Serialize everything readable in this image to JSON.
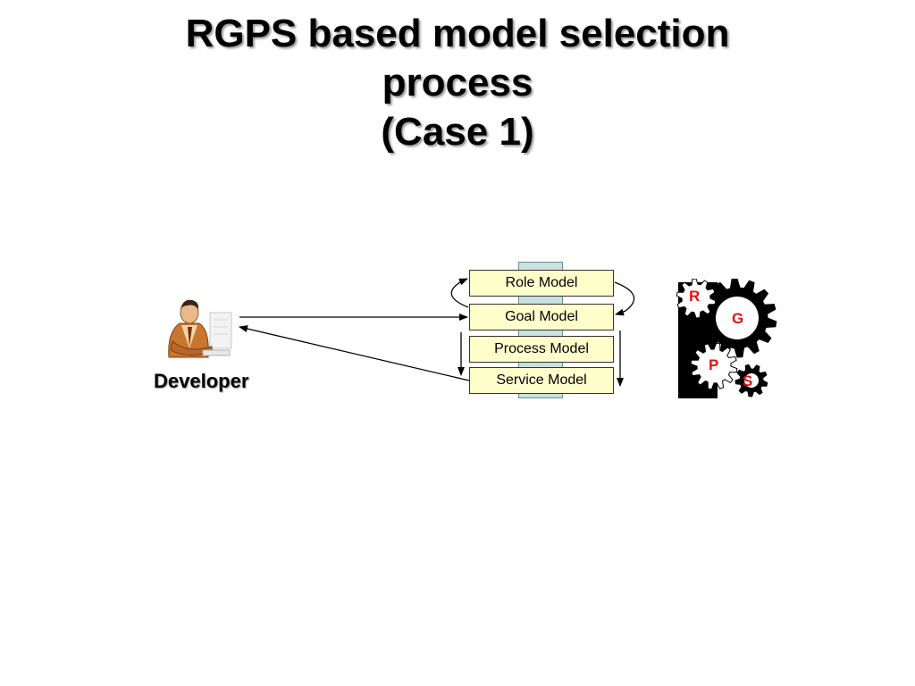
{
  "slide": {
    "title_lines": [
      "RGPS based model selection",
      "process",
      "(Case 1)"
    ],
    "developer_label": "Developer"
  },
  "models": [
    {
      "label": "Role Model"
    },
    {
      "label": "Goal Model"
    },
    {
      "label": "Process Model"
    },
    {
      "label": "Service Model"
    }
  ],
  "gears": {
    "r": "R",
    "g": "G",
    "p": "P",
    "s": "S"
  },
  "colors": {
    "model_fill": "#ffffcc",
    "stack_fill": "#c9e2df",
    "gear_letter": "#e81010"
  }
}
